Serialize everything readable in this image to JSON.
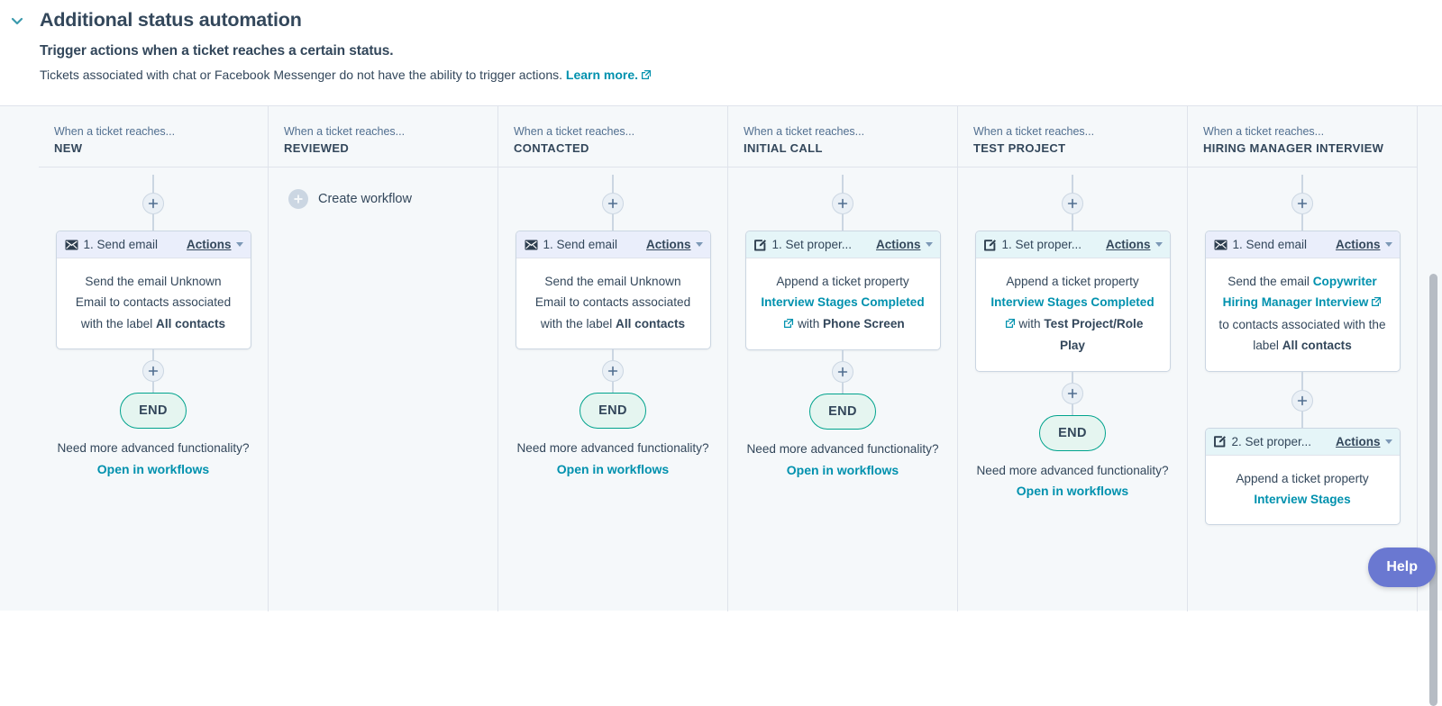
{
  "header": {
    "title": "Additional status automation",
    "chevron_icon": "chevron-down-icon",
    "subtitle": "Trigger actions when a ticket reaches a certain status.",
    "description": "Tickets associated with chat or Facebook Messenger do not have the ability to trigger actions.",
    "learn_more": "Learn more.",
    "external_link_icon": "external-link-icon",
    "accent_color": "#0091ae",
    "text_color": "#33475b"
  },
  "common": {
    "column_eyebrow": "When a ticket reaches...",
    "actions_label": "Actions",
    "caret_icon": "chevron-down-icon",
    "add_step_icon": "plus-icon",
    "end_label": "END",
    "foot_note": "Need more advanced functionality?",
    "foot_link": "Open in workflows",
    "email_icon": "envelope-icon",
    "property_icon": "edit-property-icon",
    "external_link_icon": "external-link-icon"
  },
  "help": {
    "label": "Help",
    "color": "#6a78d1"
  },
  "columns": [
    {
      "status": "NEW",
      "type": "flow",
      "steps": [
        {
          "icon": "envelope-icon",
          "kind": "email",
          "title": "1. Send email",
          "body": [
            {
              "t": "text",
              "v": "Send the email Unknown Email to contacts associated with the label "
            },
            {
              "t": "bold",
              "v": "All contacts"
            }
          ]
        }
      ],
      "has_end": true
    },
    {
      "status": "REVIEWED",
      "type": "empty",
      "create_label": "Create workflow",
      "create_icon": "plus-circle-icon",
      "has_end": false
    },
    {
      "status": "CONTACTED",
      "type": "flow",
      "steps": [
        {
          "icon": "envelope-icon",
          "kind": "email",
          "title": "1. Send email",
          "body": [
            {
              "t": "text",
              "v": "Send the email Unknown Email to contacts associated with the label "
            },
            {
              "t": "bold",
              "v": "All contacts"
            }
          ]
        }
      ],
      "has_end": true
    },
    {
      "status": "INITIAL CALL",
      "type": "flow",
      "steps": [
        {
          "icon": "edit-property-icon",
          "kind": "property",
          "title": "1. Set proper...",
          "body": [
            {
              "t": "text",
              "v": "Append a ticket property "
            },
            {
              "t": "link",
              "v": "Interview Stages Completed"
            },
            {
              "t": "ext",
              "v": ""
            },
            {
              "t": "text",
              "v": " with "
            },
            {
              "t": "bold",
              "v": "Phone Screen"
            }
          ]
        }
      ],
      "has_end": true
    },
    {
      "status": "TEST PROJECT",
      "type": "flow",
      "steps": [
        {
          "icon": "edit-property-icon",
          "kind": "property",
          "title": "1. Set proper...",
          "body": [
            {
              "t": "text",
              "v": "Append a ticket property "
            },
            {
              "t": "link",
              "v": "Interview Stages Completed"
            },
            {
              "t": "ext",
              "v": ""
            },
            {
              "t": "text",
              "v": " with "
            },
            {
              "t": "bold",
              "v": "Test Project/Role Play"
            }
          ]
        }
      ],
      "has_end": true
    },
    {
      "status": "HIRING MANAGER INTERVIEW",
      "type": "flow",
      "steps": [
        {
          "icon": "envelope-icon",
          "kind": "email",
          "title": "1. Send email",
          "body": [
            {
              "t": "text",
              "v": "Send the email "
            },
            {
              "t": "link",
              "v": "Copywriter Hiring Manager Interview"
            },
            {
              "t": "ext",
              "v": ""
            },
            {
              "t": "text",
              "v": " to contacts associated with the label "
            },
            {
              "t": "bold",
              "v": "All contacts"
            }
          ]
        },
        {
          "icon": "edit-property-icon",
          "kind": "property",
          "title": "2. Set proper...",
          "body": [
            {
              "t": "text",
              "v": "Append a ticket property "
            },
            {
              "t": "link",
              "v": "Interview Stages"
            }
          ]
        }
      ],
      "has_end": false
    }
  ]
}
